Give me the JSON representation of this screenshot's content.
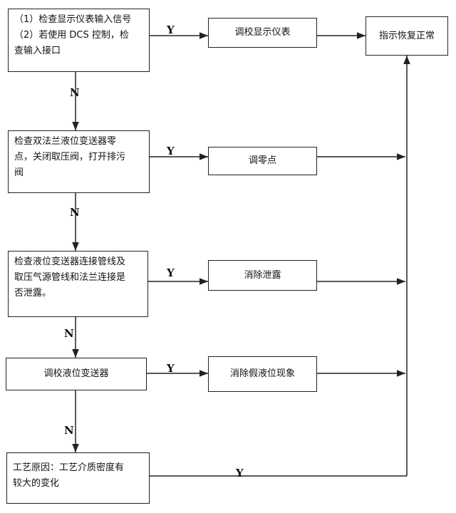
{
  "boxes": {
    "check_display": {
      "lines": [
        "（1）检查显示仪表输入信号",
        "（2）若使用 DCS 控制，检",
        "查输入接口"
      ]
    },
    "calibrate_display": {
      "text": "调校显示仪表"
    },
    "indication_normal": {
      "text": "指示恢复正常"
    },
    "check_zero": {
      "lines": [
        "检查双法兰液位变送器零",
        "点，关闭取压阀，打开排污",
        "阀"
      ]
    },
    "adjust_zero": {
      "text": "调零点"
    },
    "check_leak": {
      "lines": [
        "检查液位变送器连接管线及",
        "取压气源管线和法兰连接是",
        "否泄露。"
      ]
    },
    "eliminate_leak": {
      "text": "消除泄露"
    },
    "calibrate_transmitter": {
      "text": "调校液位变送器"
    },
    "eliminate_false_level": {
      "text": "消除假液位现象"
    },
    "process_cause": {
      "lines": [
        "工艺原因：工艺介质密度有",
        "较大的变化"
      ]
    }
  },
  "labels": {
    "yes": "Y",
    "no": "N"
  }
}
